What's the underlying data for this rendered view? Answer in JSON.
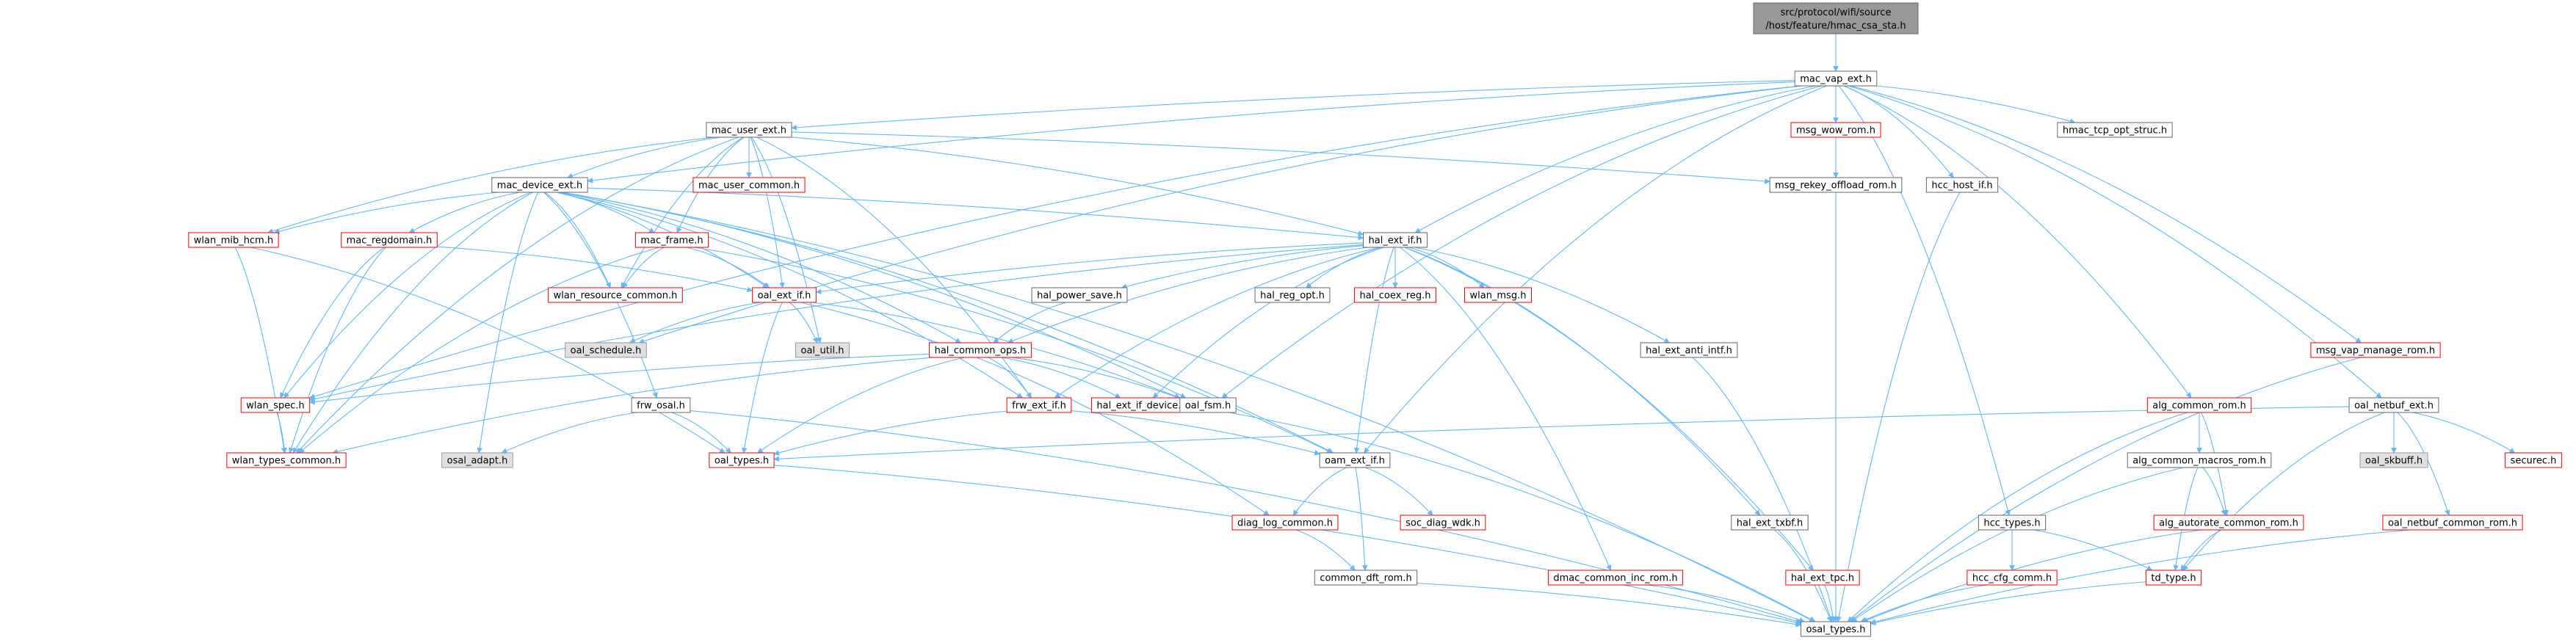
{
  "diagram": {
    "root_path_line1": "src/protocol/wifi/source",
    "root_path_line2": "/host/feature/hmac_csa_sta.h",
    "nodes": [
      {
        "id": "mac_vap_ext",
        "label": "mac_vap_ext.h",
        "style": "normal"
      },
      {
        "id": "mac_user_ext",
        "label": "mac_user_ext.h",
        "style": "normal"
      },
      {
        "id": "msg_wow_rom",
        "label": "msg_wow_rom.h",
        "style": "red"
      },
      {
        "id": "hmac_tcp_opt_struc",
        "label": "hmac_tcp_opt_struc.h",
        "style": "normal"
      },
      {
        "id": "mac_device_ext",
        "label": "mac_device_ext.h",
        "style": "normal"
      },
      {
        "id": "mac_user_common",
        "label": "mac_user_common.h",
        "style": "red"
      },
      {
        "id": "msg_rekey_offload_rom",
        "label": "msg_rekey_offload_rom.h",
        "style": "normal"
      },
      {
        "id": "hcc_host_if",
        "label": "hcc_host_if.h",
        "style": "normal"
      },
      {
        "id": "wlan_mib_hcm",
        "label": "wlan_mib_hcm.h",
        "style": "red"
      },
      {
        "id": "mac_regdomain",
        "label": "mac_regdomain.h",
        "style": "red"
      },
      {
        "id": "mac_frame",
        "label": "mac_frame.h",
        "style": "red"
      },
      {
        "id": "hal_ext_if",
        "label": "hal_ext_if.h",
        "style": "normal"
      },
      {
        "id": "wlan_resource_common",
        "label": "wlan_resource_common.h",
        "style": "red"
      },
      {
        "id": "oal_ext_if",
        "label": "oal_ext_if.h",
        "style": "red"
      },
      {
        "id": "hal_power_save",
        "label": "hal_power_save.h",
        "style": "normal"
      },
      {
        "id": "hal_reg_opt",
        "label": "hal_reg_opt.h",
        "style": "normal"
      },
      {
        "id": "hal_coex_reg",
        "label": "hal_coex_reg.h",
        "style": "red"
      },
      {
        "id": "wlan_msg",
        "label": "wlan_msg.h",
        "style": "red"
      },
      {
        "id": "msg_vap_manage_rom",
        "label": "msg_vap_manage_rom.h",
        "style": "red"
      },
      {
        "id": "oal_schedule",
        "label": "oal_schedule.h",
        "style": "gray"
      },
      {
        "id": "oal_util",
        "label": "oal_util.h",
        "style": "gray"
      },
      {
        "id": "hal_common_ops",
        "label": "hal_common_ops.h",
        "style": "red"
      },
      {
        "id": "hal_ext_anti_intf",
        "label": "hal_ext_anti_intf.h",
        "style": "normal"
      },
      {
        "id": "alg_common_rom",
        "label": "alg_common_rom.h",
        "style": "red"
      },
      {
        "id": "oal_netbuf_ext",
        "label": "oal_netbuf_ext.h",
        "style": "normal"
      },
      {
        "id": "wlan_spec",
        "label": "wlan_spec.h",
        "style": "red"
      },
      {
        "id": "frw_osal",
        "label": "frw_osal.h",
        "style": "normal"
      },
      {
        "id": "frw_ext_if",
        "label": "frw_ext_if.h",
        "style": "red"
      },
      {
        "id": "hal_ext_if_device",
        "label": "hal_ext_if_device.h",
        "style": "red"
      },
      {
        "id": "oal_fsm",
        "label": "oal_fsm.h",
        "style": "normal"
      },
      {
        "id": "wlan_types_common",
        "label": "wlan_types_common.h",
        "style": "red"
      },
      {
        "id": "osal_adapt",
        "label": "osal_adapt.h",
        "style": "gray"
      },
      {
        "id": "oal_types",
        "label": "oal_types.h",
        "style": "red"
      },
      {
        "id": "oam_ext_if",
        "label": "oam_ext_if.h",
        "style": "normal"
      },
      {
        "id": "alg_common_macros_rom",
        "label": "alg_common_macros_rom.h",
        "style": "normal"
      },
      {
        "id": "oal_skbuff",
        "label": "oal_skbuff.h",
        "style": "gray"
      },
      {
        "id": "securec",
        "label": "securec.h",
        "style": "red"
      },
      {
        "id": "diag_log_common",
        "label": "diag_log_common.h",
        "style": "red"
      },
      {
        "id": "soc_diag_wdk",
        "label": "soc_diag_wdk.h",
        "style": "red"
      },
      {
        "id": "hal_ext_txbf",
        "label": "hal_ext_txbf.h",
        "style": "normal"
      },
      {
        "id": "hcc_types",
        "label": "hcc_types.h",
        "style": "normal"
      },
      {
        "id": "alg_autorate_common_rom",
        "label": "alg_autorate_common_rom.h",
        "style": "red"
      },
      {
        "id": "oal_netbuf_common_rom",
        "label": "oal_netbuf_common_rom.h",
        "style": "red"
      },
      {
        "id": "common_dft_rom",
        "label": "common_dft_rom.h",
        "style": "normal"
      },
      {
        "id": "dmac_common_inc_rom",
        "label": "dmac_common_inc_rom.h",
        "style": "red"
      },
      {
        "id": "hal_ext_tpc",
        "label": "hal_ext_tpc.h",
        "style": "red"
      },
      {
        "id": "hcc_cfg_comm",
        "label": "hcc_cfg_comm.h",
        "style": "red"
      },
      {
        "id": "td_type",
        "label": "td_type.h",
        "style": "red"
      },
      {
        "id": "osal_types",
        "label": "osal_types.h",
        "style": "normal"
      }
    ],
    "edges": [
      [
        "root",
        "mac_vap_ext"
      ],
      [
        "mac_vap_ext",
        "mac_user_ext"
      ],
      [
        "mac_vap_ext",
        "msg_wow_rom"
      ],
      [
        "mac_vap_ext",
        "hmac_tcp_opt_struc"
      ],
      [
        "mac_vap_ext",
        "mac_device_ext"
      ],
      [
        "mac_vap_ext",
        "hcc_host_if"
      ],
      [
        "mac_vap_ext",
        "hal_ext_if"
      ],
      [
        "mac_vap_ext",
        "alg_common_rom"
      ],
      [
        "mac_vap_ext",
        "oal_netbuf_ext"
      ],
      [
        "mac_vap_ext",
        "msg_vap_manage_rom"
      ],
      [
        "mac_vap_ext",
        "hcc_types"
      ],
      [
        "mac_vap_ext",
        "oam_ext_if"
      ],
      [
        "mac_vap_ext",
        "oal_fsm"
      ],
      [
        "mac_vap_ext",
        "wlan_spec"
      ],
      [
        "mac_vap_ext",
        "oal_schedule"
      ],
      [
        "mac_user_ext",
        "mac_device_ext"
      ],
      [
        "mac_user_ext",
        "mac_user_common"
      ],
      [
        "mac_user_ext",
        "msg_rekey_offload_rom"
      ],
      [
        "mac_user_ext",
        "wlan_mib_hcm"
      ],
      [
        "mac_user_ext",
        "mac_frame"
      ],
      [
        "mac_user_ext",
        "hal_ext_if"
      ],
      [
        "mac_user_ext",
        "wlan_resource_common"
      ],
      [
        "mac_user_ext",
        "oal_ext_if"
      ],
      [
        "mac_user_ext",
        "oal_util"
      ],
      [
        "mac_user_ext",
        "frw_ext_if"
      ],
      [
        "mac_user_ext",
        "wlan_types_common"
      ],
      [
        "msg_wow_rom",
        "msg_rekey_offload_rom"
      ],
      [
        "msg_rekey_offload_rom",
        "osal_types"
      ],
      [
        "hcc_host_if",
        "osal_types"
      ],
      [
        "mac_device_ext",
        "wlan_mib_hcm"
      ],
      [
        "mac_device_ext",
        "mac_regdomain"
      ],
      [
        "mac_device_ext",
        "mac_frame"
      ],
      [
        "mac_device_ext",
        "hal_ext_if"
      ],
      [
        "mac_device_ext",
        "wlan_resource_common"
      ],
      [
        "mac_device_ext",
        "oal_ext_if"
      ],
      [
        "mac_device_ext",
        "hal_common_ops"
      ],
      [
        "mac_device_ext",
        "wlan_spec"
      ],
      [
        "mac_device_ext",
        "frw_osal"
      ],
      [
        "mac_device_ext",
        "frw_ext_if"
      ],
      [
        "mac_device_ext",
        "oal_fsm"
      ],
      [
        "mac_device_ext",
        "oam_ext_if"
      ],
      [
        "mac_device_ext",
        "wlan_types_common"
      ],
      [
        "mac_device_ext",
        "osal_adapt"
      ],
      [
        "mac_device_ext",
        "osal_types"
      ],
      [
        "wlan_mib_hcm",
        "wlan_types_common"
      ],
      [
        "wlan_mib_hcm",
        "oal_types"
      ],
      [
        "mac_regdomain",
        "oal_ext_if"
      ],
      [
        "mac_regdomain",
        "wlan_spec"
      ],
      [
        "mac_regdomain",
        "wlan_types_common"
      ],
      [
        "mac_frame",
        "oal_ext_if"
      ],
      [
        "mac_frame",
        "wlan_resource_common"
      ],
      [
        "mac_frame",
        "oam_ext_if"
      ],
      [
        "mac_frame",
        "wlan_types_common"
      ],
      [
        "hal_ext_if",
        "hal_power_save"
      ],
      [
        "hal_ext_if",
        "hal_reg_opt"
      ],
      [
        "hal_ext_if",
        "hal_coex_reg"
      ],
      [
        "hal_ext_if",
        "wlan_msg"
      ],
      [
        "hal_ext_if",
        "oal_ext_if"
      ],
      [
        "hal_ext_if",
        "hal_common_ops"
      ],
      [
        "hal_ext_if",
        "hal_ext_anti_intf"
      ],
      [
        "hal_ext_if",
        "hal_ext_txbf"
      ],
      [
        "hal_ext_if",
        "hal_ext_tpc"
      ],
      [
        "hal_ext_if",
        "dmac_common_inc_rom"
      ],
      [
        "hal_ext_if",
        "oam_ext_if"
      ],
      [
        "hal_ext_if",
        "frw_ext_if"
      ],
      [
        "hal_ext_if",
        "hal_ext_if_device"
      ],
      [
        "hal_ext_if",
        "wlan_spec"
      ],
      [
        "hal_power_save",
        "hal_common_ops"
      ],
      [
        "oal_ext_if",
        "oal_schedule"
      ],
      [
        "oal_ext_if",
        "oal_util"
      ],
      [
        "oal_ext_if",
        "oal_types"
      ],
      [
        "oal_ext_if",
        "oal_fsm"
      ],
      [
        "oal_ext_if",
        "diag_log_common"
      ],
      [
        "hal_common_ops",
        "wlan_spec"
      ],
      [
        "hal_common_ops",
        "frw_ext_if"
      ],
      [
        "hal_common_ops",
        "hal_ext_if_device"
      ],
      [
        "hal_common_ops",
        "oal_fsm"
      ],
      [
        "hal_common_ops",
        "wlan_types_common"
      ],
      [
        "hal_common_ops",
        "oal_types"
      ],
      [
        "hal_ext_anti_intf",
        "osal_types"
      ],
      [
        "wlan_spec",
        "wlan_types_common"
      ],
      [
        "frw_osal",
        "oal_types"
      ],
      [
        "frw_osal",
        "osal_adapt"
      ],
      [
        "frw_osal",
        "osal_types"
      ],
      [
        "frw_ext_if",
        "oal_types"
      ],
      [
        "frw_ext_if",
        "oam_ext_if"
      ],
      [
        "oal_fsm",
        "osal_types"
      ],
      [
        "oal_types",
        "osal_types"
      ],
      [
        "oam_ext_if",
        "diag_log_common"
      ],
      [
        "oam_ext_if",
        "soc_diag_wdk"
      ],
      [
        "oam_ext_if",
        "common_dft_rom"
      ],
      [
        "diag_log_common",
        "common_dft_rom"
      ],
      [
        "common_dft_rom",
        "osal_types"
      ],
      [
        "alg_common_rom",
        "alg_common_macros_rom"
      ],
      [
        "alg_common_rom",
        "alg_autorate_common_rom"
      ],
      [
        "alg_common_rom",
        "osal_types"
      ],
      [
        "alg_common_macros_rom",
        "alg_autorate_common_rom"
      ],
      [
        "alg_common_macros_rom",
        "td_type"
      ],
      [
        "alg_common_macros_rom",
        "osal_types"
      ],
      [
        "alg_autorate_common_rom",
        "td_type"
      ],
      [
        "alg_autorate_common_rom",
        "osal_types"
      ],
      [
        "oal_netbuf_ext",
        "oal_types"
      ],
      [
        "oal_netbuf_ext",
        "oal_skbuff"
      ],
      [
        "oal_netbuf_ext",
        "securec"
      ],
      [
        "oal_netbuf_ext",
        "oal_netbuf_common_rom"
      ],
      [
        "oal_netbuf_ext",
        "td_type"
      ],
      [
        "oal_netbuf_common_rom",
        "osal_types"
      ],
      [
        "msg_vap_manage_rom",
        "osal_types"
      ],
      [
        "hcc_types",
        "hcc_cfg_comm"
      ],
      [
        "hcc_types",
        "td_type"
      ],
      [
        "hcc_cfg_comm",
        "osal_types"
      ],
      [
        "hal_ext_txbf",
        "osal_types"
      ],
      [
        "hal_ext_tpc",
        "osal_types"
      ],
      [
        "dmac_common_inc_rom",
        "osal_types"
      ],
      [
        "td_type",
        "osal_types"
      ]
    ]
  }
}
